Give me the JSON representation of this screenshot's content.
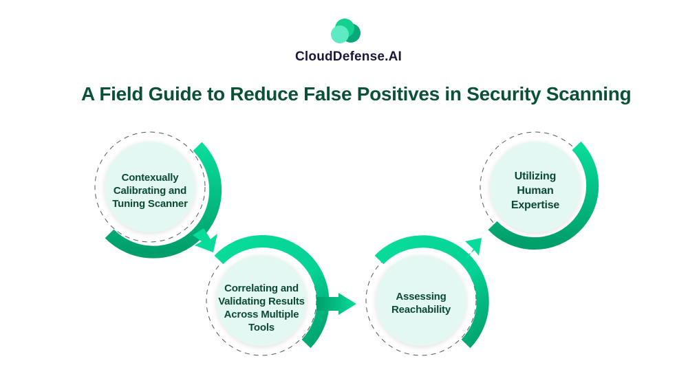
{
  "brand": {
    "name": "CloudDefense.AI",
    "logo_icon": "cloud-circles-icon",
    "colors": {
      "front": "#5eebc4",
      "middle": "#12d18e",
      "back": "#0aa878"
    }
  },
  "title": "A Field Guide to Reduce False Positives in Security Scanning",
  "colors": {
    "title": "#0b5138",
    "step_text": "#0b4a32",
    "circle_fill": "#e3f8f2",
    "arc_light": "#08dc9b",
    "arc_dark": "#009e6a",
    "dash": "#555566"
  },
  "steps": [
    {
      "label": "Contexually Calibrating and Tuning Scanner"
    },
    {
      "label": "Correlating and Validating Results Across Multiple Tools"
    },
    {
      "label": "Assessing Reachability"
    },
    {
      "label": "Utilizing Human Expertise"
    }
  ],
  "connectors": [
    {
      "from": 1,
      "to": 2,
      "icon": "arrow-down-right-icon"
    },
    {
      "from": 2,
      "to": 3,
      "icon": "arrow-right-icon"
    },
    {
      "from": 3,
      "to": 4,
      "icon": "arrow-up-right-icon"
    }
  ]
}
